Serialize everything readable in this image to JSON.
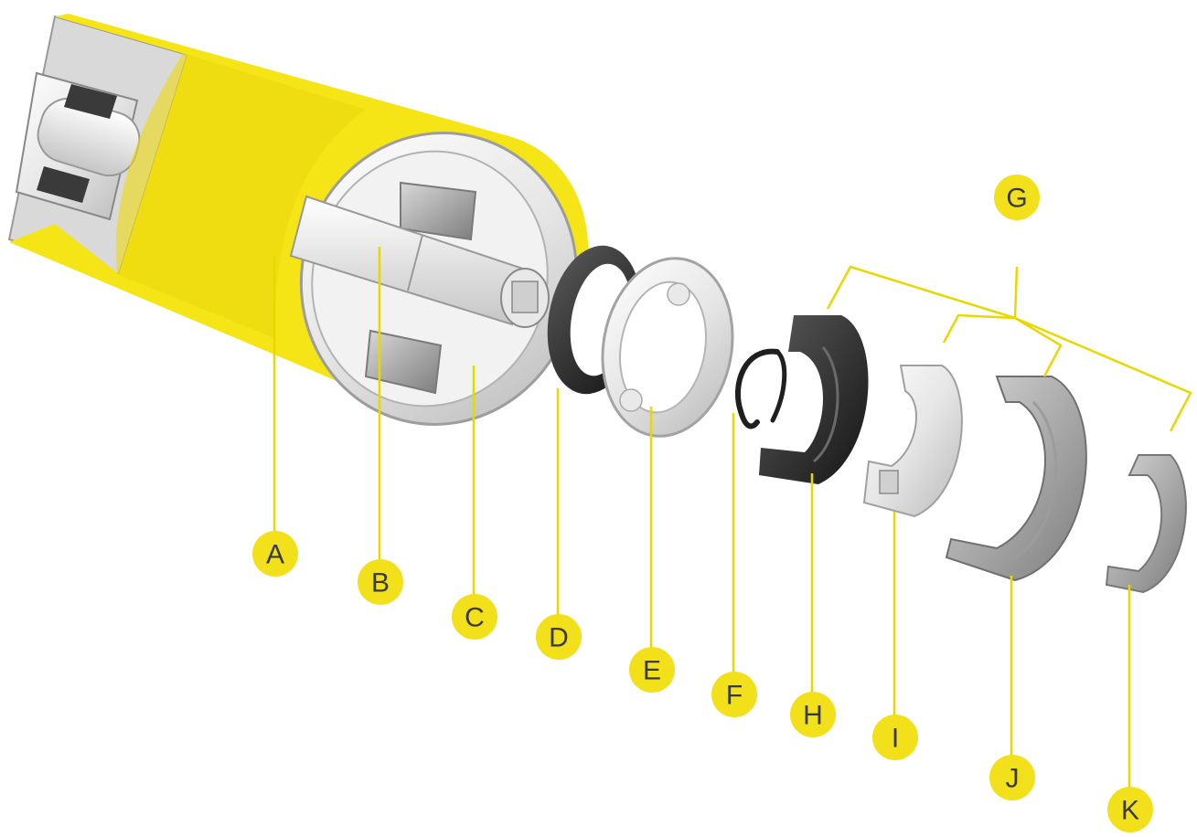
{
  "diagram": {
    "callouts": [
      {
        "id": "A",
        "label": "A"
      },
      {
        "id": "B",
        "label": "B"
      },
      {
        "id": "C",
        "label": "C"
      },
      {
        "id": "D",
        "label": "D"
      },
      {
        "id": "E",
        "label": "E"
      },
      {
        "id": "F",
        "label": "F"
      },
      {
        "id": "G",
        "label": "G"
      },
      {
        "id": "H",
        "label": "H"
      },
      {
        "id": "I",
        "label": "I"
      },
      {
        "id": "J",
        "label": "J"
      },
      {
        "id": "K",
        "label": "K"
      }
    ],
    "colors": {
      "accent_yellow": "#F5E416",
      "callout_fill": "#F2E01A",
      "leader_line": "#E8D800",
      "metal_light": "#EDEDED",
      "metal_mid": "#C9C9C9",
      "metal_dark": "#8E8E8E",
      "seal_dark": "#2A2A2A"
    }
  }
}
